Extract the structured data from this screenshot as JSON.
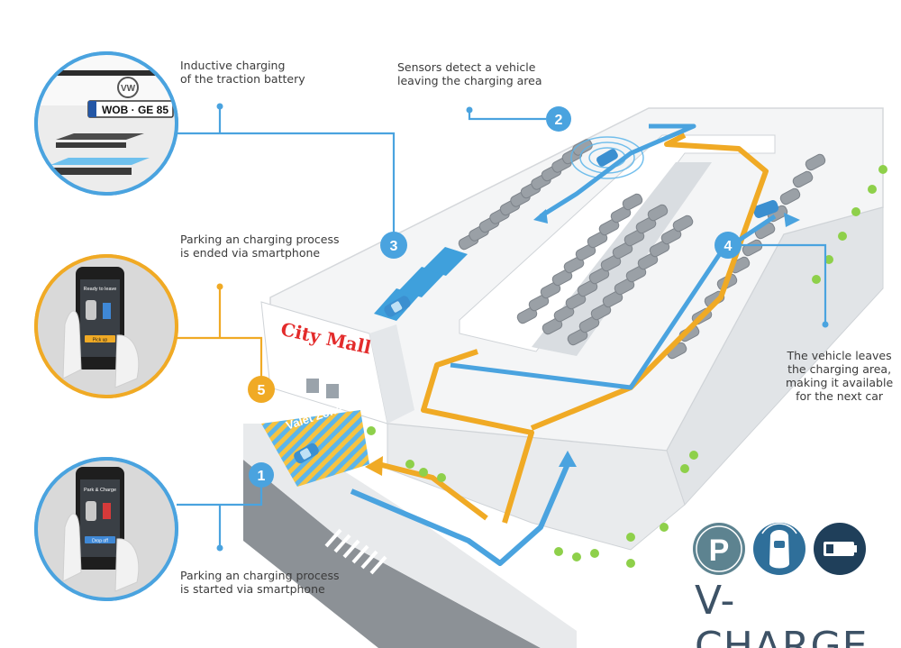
{
  "steps": [
    {
      "number": "1",
      "caption": "Parking an charging process\nis started via smartphone",
      "color": "#4aa3df"
    },
    {
      "number": "2",
      "caption": "Sensors detect a vehicle\nleaving the charging area",
      "color": "#4aa3df"
    },
    {
      "number": "3",
      "caption": "Inductive charging\nof the traction battery",
      "color": "#4aa3df"
    },
    {
      "number": "4",
      "caption": "The vehicle leaves\nthe charging area,\nmaking it available\nfor the next car",
      "color": "#4aa3df"
    },
    {
      "number": "5",
      "caption": "Parking an charging process\nis ended via smartphone",
      "color": "#f0aa25"
    }
  ],
  "phone_top": {
    "title": "Ready to leave",
    "button": "Pick up"
  },
  "phone_bottom": {
    "title": "Park & Charge",
    "button": "Drop off"
  },
  "license_plate": "WOB · GE 85",
  "building_sign": "City Mall",
  "zone_label": "Valet Zone",
  "brand": {
    "name": "V-CHARGE",
    "icons": [
      "parking-icon",
      "sensor-car-icon",
      "battery-icon"
    ]
  },
  "colors": {
    "blue": "#4aa3df",
    "orange": "#f0aa25",
    "brand": "#3d5266",
    "sign_red": "#e32b2b"
  }
}
